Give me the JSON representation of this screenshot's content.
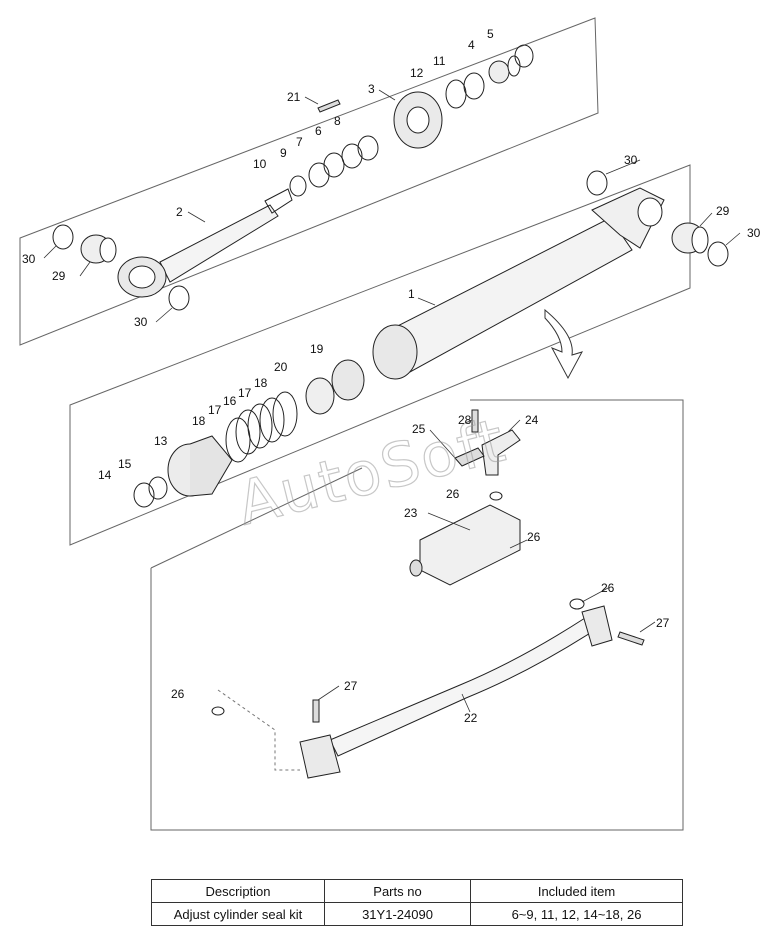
{
  "diagram": {
    "watermark": "AutoSoft",
    "callouts": {
      "n1": "1",
      "n2": "2",
      "n3": "3",
      "n4": "4",
      "n5": "5",
      "n6": "6",
      "n7": "7",
      "n8": "8",
      "n9": "9",
      "n10": "10",
      "n11": "11",
      "n12": "12",
      "n13": "13",
      "n14": "14",
      "n15": "15",
      "n16": "16",
      "n17": "17",
      "n18": "18",
      "n19": "19",
      "n20": "20",
      "n21": "21",
      "n22": "22",
      "n23": "23",
      "n24": "24",
      "n25": "25",
      "n26": "26",
      "n27": "27",
      "n28": "28",
      "n29": "29",
      "n30": "30"
    }
  },
  "kit_table": {
    "headers": [
      "Description",
      "Parts no",
      "Included item"
    ],
    "rows": [
      [
        "Adjust cylinder seal kit",
        "31Y1-24090",
        "6~9, 11, 12, 14~18, 26"
      ]
    ]
  }
}
